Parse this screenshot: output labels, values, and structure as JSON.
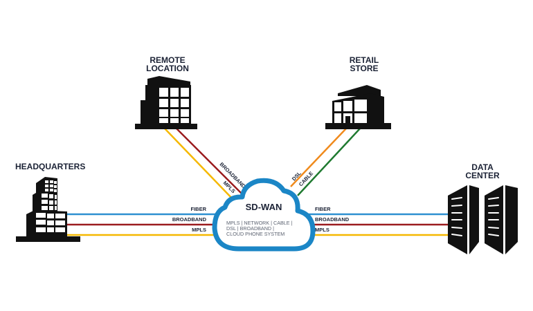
{
  "nodes": {
    "remote": {
      "title_line1": "REMOTE",
      "title_line2": "LOCATION",
      "icon": "office-building-icon"
    },
    "retail": {
      "title_line1": "RETAIL",
      "title_line2": "STORE",
      "icon": "storefront-icon"
    },
    "hq": {
      "title": "HEADQUARTERS",
      "icon": "skyscraper-icon"
    },
    "datacenter": {
      "title_line1": "DATA",
      "title_line2": "CENTER",
      "icon": "server-rack-icon"
    }
  },
  "cloud": {
    "title": "SD-WAN",
    "line1": "MPLS  |  NETWORK  |  CABLE  |",
    "line2": "DSL  |  BROADBAND  |",
    "line3": "CLOUD PHONE SYSTEM",
    "icon": "cloud-icon"
  },
  "links": {
    "remote": {
      "broadband": "BROADBAND",
      "mpls": "MPLS"
    },
    "retail": {
      "dsl": "DSL",
      "cable": "CABLE"
    },
    "hq": {
      "fiber": "FIBER",
      "broadband": "BROADBAND",
      "mpls": "MPLS"
    },
    "datacenter": {
      "fiber": "FIBER",
      "broadband": "BROADBAND",
      "mpls": "MPLS"
    }
  },
  "colors": {
    "fiber": "#2d8fd0",
    "broadband": "#9b1c1f",
    "mpls": "#f5b800",
    "dsl": "#f08a1c",
    "cable": "#1f7a30",
    "cloud": "#1b86c6",
    "ink": "#111111"
  }
}
